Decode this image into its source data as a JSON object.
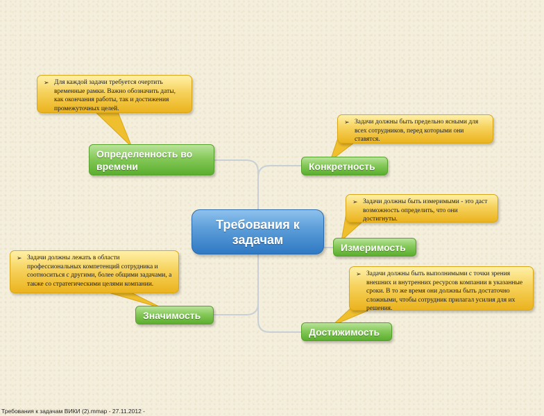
{
  "central_topic": "Требования к задачам",
  "topics": [
    {
      "label": "Определенность во времени",
      "note": "Для каждой задачи требуется очертить временные рамки. Важно обозначить даты, как окончания работы, так и достижения промежуточных целей."
    },
    {
      "label": "Конкретность",
      "note": "Задачи должны быть предельно ясными для всех сотрудников, перед которыми они ставятся."
    },
    {
      "label": "Измеримость",
      "note": "Задачи должны быть измеримыми - это даст возможность определить, что они достигнуты."
    },
    {
      "label": "Значимость",
      "note": "Задачи должны лежать в области профессиональных компетенций сотрудника и соотноситься с другими, более общими задачами, а также со стратегическими целями компании."
    },
    {
      "label": "Достижимость",
      "note": "Задачи должны быть выполнимыми с точки зрения внешних и внутренних ресурсов компании в указанные сроки. В то же время они должны быть достаточно сложными, чтобы сотрудник прилагал усилия для их решения."
    }
  ],
  "bullet_icon": "arrow-bullet-icon",
  "footer": "Требования к  задачам  ВИКИ (2).mmap - 27.11.2012 -",
  "colors": {
    "central": "#4a8fd4",
    "topic": "#7cc24e",
    "callout": "#f2c53a",
    "connector": "#c8d0d6"
  }
}
